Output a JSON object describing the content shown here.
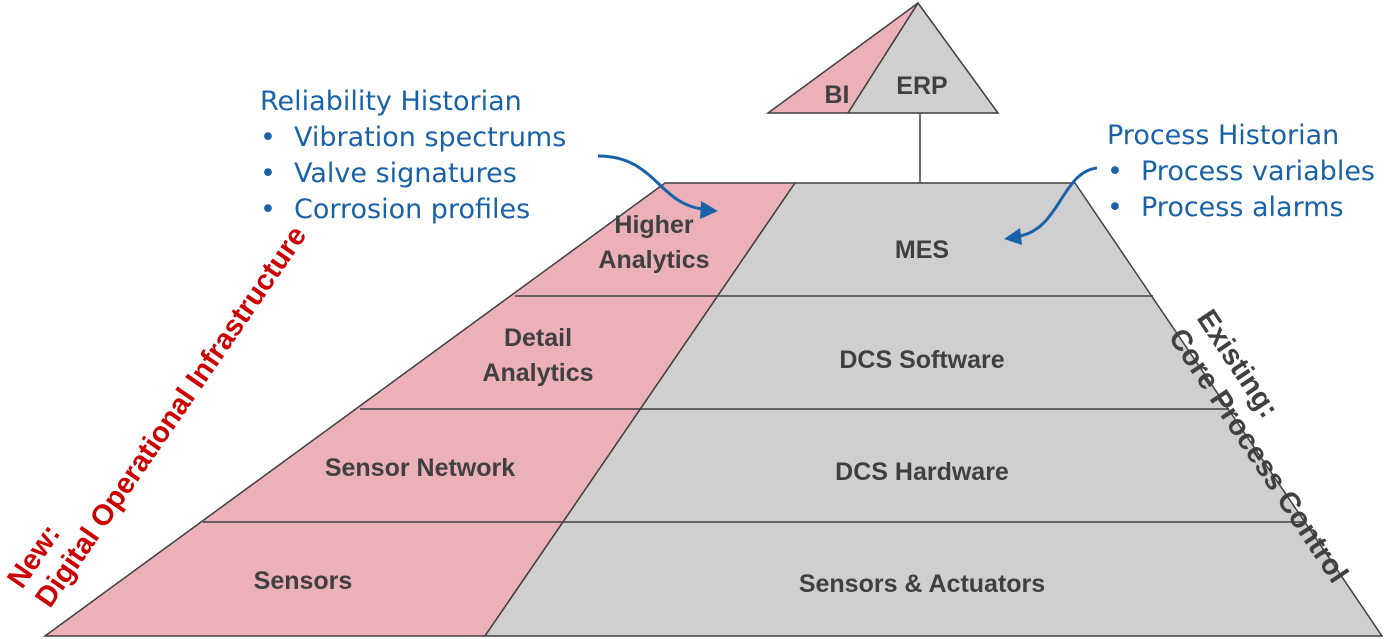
{
  "colors": {
    "new_fill": "#ebb0b8",
    "existing_fill": "#cfcfcf",
    "stroke": "#404040",
    "label_text": "#404040",
    "note_text": "#1a62a8",
    "new_title": "#cc0000",
    "existing_title": "#404040",
    "arrow": "#1a62a8"
  },
  "apex": {
    "bi": "BI",
    "erp": "ERP"
  },
  "layers": {
    "new": {
      "higher_1": "Higher",
      "higher_2": "Analytics",
      "detail_1": "Detail",
      "detail_2": "Analytics",
      "sensor_network": "Sensor Network",
      "sensors": "Sensors"
    },
    "existing": {
      "mes": "MES",
      "dcs_software": "DCS Software",
      "dcs_hardware": "DCS Hardware",
      "sensors_actuators": "Sensors & Actuators"
    }
  },
  "reliability_historian": {
    "title": "Reliability Historian",
    "items": [
      "Vibration spectrums",
      "Valve signatures",
      "Corrosion profiles"
    ]
  },
  "process_historian": {
    "title": "Process Historian",
    "items": [
      "Process variables",
      "Process alarms"
    ]
  },
  "bullet": "•",
  "side_labels": {
    "new_line1": "New:",
    "new_line2": "Digital Operational Infrastructure",
    "existing_line1": "Existing:",
    "existing_line2": "Core Process Control"
  }
}
